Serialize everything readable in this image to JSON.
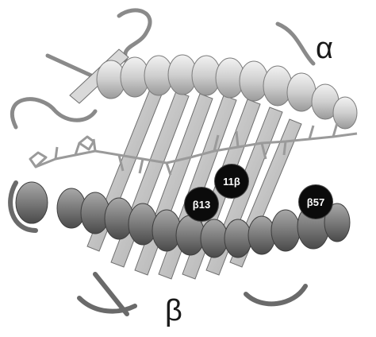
{
  "labels": {
    "alpha_chain": "α",
    "beta_chain": "β"
  },
  "residue_markers": [
    {
      "id": "11b",
      "text": "11β"
    },
    {
      "id": "b13",
      "text": "β13"
    },
    {
      "id": "b57",
      "text": "β57"
    }
  ],
  "colors": {
    "alpha_domain": "#d6d6d6",
    "beta_domain": "#7a7a7a",
    "sheet": "#c4c4c4",
    "marker": "#0b0b0b",
    "marker_text": "#ffffff"
  }
}
